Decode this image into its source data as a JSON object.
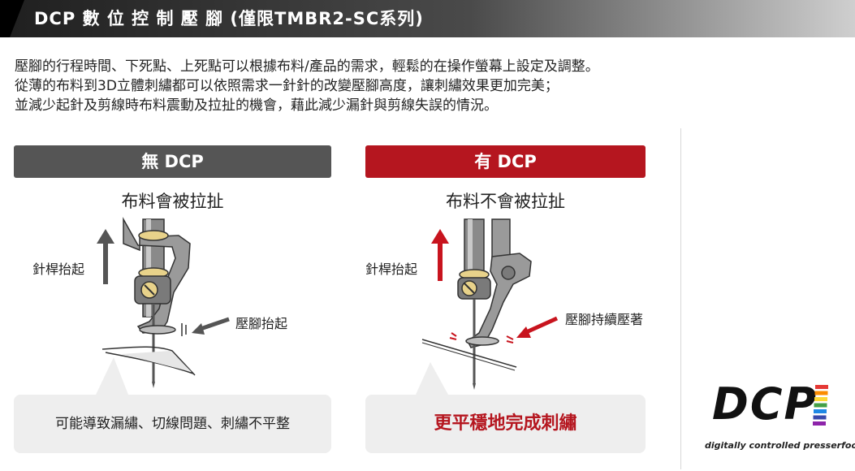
{
  "header": {
    "title": "DCP 數 位 控 制 壓 腳 (僅限TMBR2-SC系列)"
  },
  "description": {
    "lines": [
      "壓腳的行程時間、下死點、上死點可以根據布料/產品的需求，輕鬆的在操作螢幕上設定及調整。",
      "從薄的布料到3D立體刺繡都可以依照需求一針針的改變壓腳高度，讓刺繡效果更加完美；",
      "並減少起針及剪線時布料震動及拉扯的機會，藉此減少漏針與剪線失誤的情況。"
    ]
  },
  "panel_without": {
    "header": "無 DCP",
    "subtitle": "布料會被拉扯",
    "needle_label": "針桿抬起",
    "presser_label": "壓腳抬起",
    "result": "可能導致漏繡、切線問題、刺繡不平整",
    "header_color": "#555555",
    "arrow_color": "#555555"
  },
  "panel_with": {
    "header": "有 DCP",
    "subtitle": "布料不會被拉扯",
    "needle_label": "針桿抬起",
    "presser_label": "壓腳持續壓著",
    "result": "更平穩地完成刺繡",
    "header_color": "#b5161f",
    "arrow_color": "#c8141e"
  },
  "logo": {
    "wordmark": "DCP",
    "tagline": "digitally controlled presserfoot",
    "bar_colors": [
      "#e53935",
      "#fb8c00",
      "#fdd835",
      "#43a047",
      "#1e88e5",
      "#3949ab",
      "#8e24aa"
    ]
  }
}
